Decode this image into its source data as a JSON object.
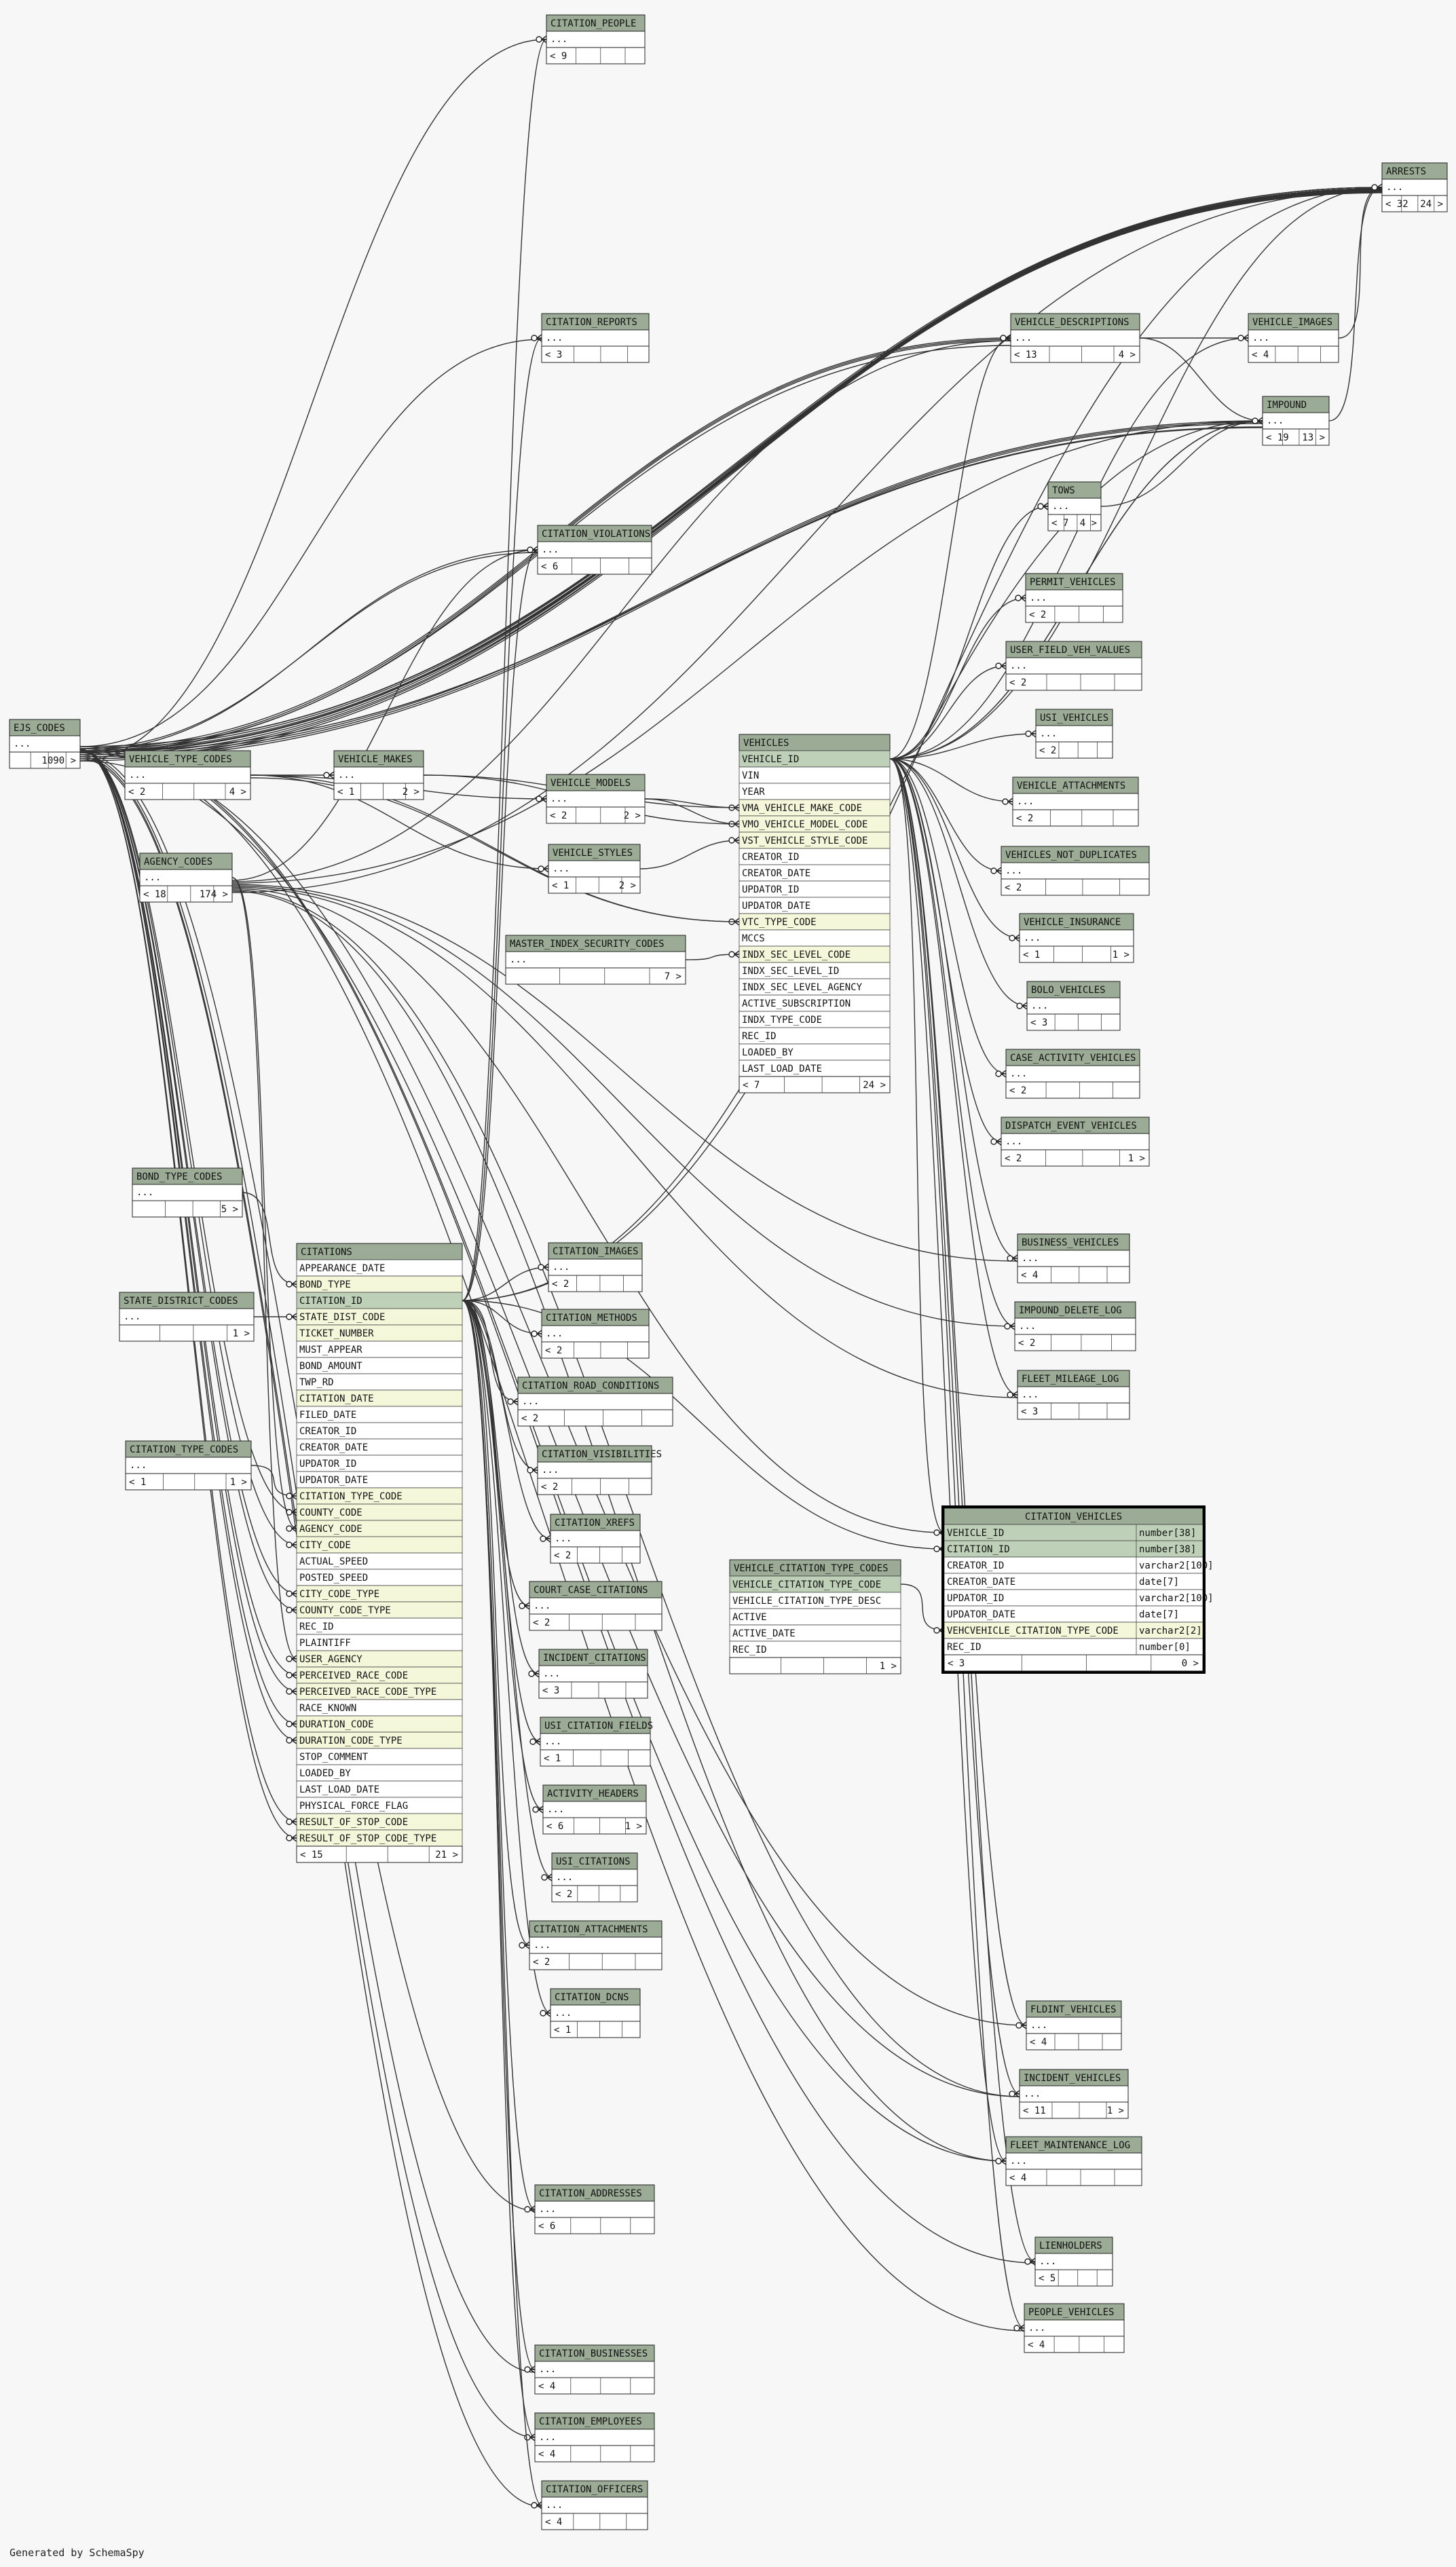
{
  "footer": "Generated by SchemaSpy",
  "colors": {
    "background": "#f7f7f7",
    "header": "#9bab96",
    "key_col": "#bed1b8",
    "fk_col": "#f4f7da",
    "row": "#ffffff",
    "line": "#333333"
  },
  "tables": [
    {
      "id": "citation_people",
      "name": "CITATION_PEOPLE",
      "compact": true,
      "ref": "9",
      "rows": ""
    },
    {
      "id": "arrests",
      "name": "ARRESTS",
      "compact": true,
      "ref": "32",
      "rows": "24"
    },
    {
      "id": "citation_reports",
      "name": "CITATION_REPORTS",
      "compact": true,
      "ref": "3",
      "rows": ""
    },
    {
      "id": "vehicle_descriptions",
      "name": "VEHICLE_DESCRIPTIONS",
      "compact": true,
      "ref": "13",
      "rows": "4"
    },
    {
      "id": "vehicle_images",
      "name": "VEHICLE_IMAGES",
      "compact": true,
      "ref": "4",
      "rows": ""
    },
    {
      "id": "impound",
      "name": "IMPOUND",
      "compact": true,
      "ref": "19",
      "rows": "13"
    },
    {
      "id": "tows",
      "name": "TOWS",
      "compact": true,
      "ref": "7",
      "rows": "4"
    },
    {
      "id": "citation_violations",
      "name": "CITATION_VIOLATIONS",
      "compact": true,
      "ref": "6",
      "rows": ""
    },
    {
      "id": "permit_vehicles",
      "name": "PERMIT_VEHICLES",
      "compact": true,
      "ref": "2",
      "rows": ""
    },
    {
      "id": "user_field_veh_values",
      "name": "USER_FIELD_VEH_VALUES",
      "compact": true,
      "ref": "2",
      "rows": ""
    },
    {
      "id": "usi_vehicles",
      "name": "USI_VEHICLES",
      "compact": true,
      "ref": "2",
      "rows": ""
    },
    {
      "id": "ejs_codes",
      "name": "EJS_CODES",
      "compact": true,
      "ref": "",
      "rows": "1090"
    },
    {
      "id": "vehicle_type_codes",
      "name": "VEHICLE_TYPE_CODES",
      "compact": true,
      "ref": "2",
      "rows": "4"
    },
    {
      "id": "vehicle_makes",
      "name": "VEHICLE_MAKES",
      "compact": true,
      "ref": "1",
      "rows": "2"
    },
    {
      "id": "vehicle_models",
      "name": "VEHICLE_MODELS",
      "compact": true,
      "ref": "2",
      "rows": "2"
    },
    {
      "id": "vehicle_attachments",
      "name": "VEHICLE_ATTACHMENTS",
      "compact": true,
      "ref": "2",
      "rows": ""
    },
    {
      "id": "agency_codes",
      "name": "AGENCY_CODES",
      "compact": true,
      "ref": "18",
      "rows": "174"
    },
    {
      "id": "vehicle_styles",
      "name": "VEHICLE_STYLES",
      "compact": true,
      "ref": "1",
      "rows": "2"
    },
    {
      "id": "vehicles_not_duplicates",
      "name": "VEHICLES_NOT_DUPLICATES",
      "compact": true,
      "ref": "2",
      "rows": ""
    },
    {
      "id": "vehicle_insurance",
      "name": "VEHICLE_INSURANCE",
      "compact": true,
      "ref": "1",
      "rows": "1"
    },
    {
      "id": "master_index_security_codes",
      "name": "MASTER_INDEX_SECURITY_CODES",
      "compact": true,
      "ref": "",
      "rows": "7"
    },
    {
      "id": "bolo_vehicles",
      "name": "BOLO_VEHICLES",
      "compact": true,
      "ref": "3",
      "rows": ""
    },
    {
      "id": "case_activity_vehicles",
      "name": "CASE_ACTIVITY_VEHICLES",
      "compact": true,
      "ref": "2",
      "rows": ""
    },
    {
      "id": "dispatch_event_vehicles",
      "name": "DISPATCH_EVENT_VEHICLES",
      "compact": true,
      "ref": "2",
      "rows": "1"
    },
    {
      "id": "bond_type_codes",
      "name": "BOND_TYPE_CODES",
      "compact": true,
      "ref": "",
      "rows": "5"
    },
    {
      "id": "business_vehicles",
      "name": "BUSINESS_VEHICLES",
      "compact": true,
      "ref": "4",
      "rows": ""
    },
    {
      "id": "citation_images",
      "name": "CITATION_IMAGES",
      "compact": true,
      "ref": "2",
      "rows": ""
    },
    {
      "id": "state_district_codes",
      "name": "STATE_DISTRICT_CODES",
      "compact": true,
      "ref": "",
      "rows": "1"
    },
    {
      "id": "impound_delete_log",
      "name": "IMPOUND_DELETE_LOG",
      "compact": true,
      "ref": "2",
      "rows": ""
    },
    {
      "id": "citation_methods",
      "name": "CITATION_METHODS",
      "compact": true,
      "ref": "2",
      "rows": ""
    },
    {
      "id": "fleet_mileage_log",
      "name": "FLEET_MILEAGE_LOG",
      "compact": true,
      "ref": "3",
      "rows": ""
    },
    {
      "id": "citation_road_conditions",
      "name": "CITATION_ROAD_CONDITIONS",
      "compact": true,
      "ref": "2",
      "rows": ""
    },
    {
      "id": "citation_type_codes",
      "name": "CITATION_TYPE_CODES",
      "compact": true,
      "ref": "1",
      "rows": "1"
    },
    {
      "id": "citation_visibilities",
      "name": "CITATION_VISIBILITIES",
      "compact": true,
      "ref": "2",
      "rows": ""
    },
    {
      "id": "citation_xrefs",
      "name": "CITATION_XREFS",
      "compact": true,
      "ref": "2",
      "rows": ""
    },
    {
      "id": "court_case_citations",
      "name": "COURT_CASE_CITATIONS",
      "compact": true,
      "ref": "2",
      "rows": ""
    },
    {
      "id": "incident_citations",
      "name": "INCIDENT_CITATIONS",
      "compact": true,
      "ref": "3",
      "rows": ""
    },
    {
      "id": "usi_citation_fields",
      "name": "USI_CITATION_FIELDS",
      "compact": true,
      "ref": "1",
      "rows": ""
    },
    {
      "id": "activity_headers",
      "name": "ACTIVITY_HEADERS",
      "compact": true,
      "ref": "6",
      "rows": "1"
    },
    {
      "id": "usi_citations",
      "name": "USI_CITATIONS",
      "compact": true,
      "ref": "2",
      "rows": ""
    },
    {
      "id": "citation_attachments",
      "name": "CITATION_ATTACHMENTS",
      "compact": true,
      "ref": "2",
      "rows": ""
    },
    {
      "id": "citation_dcns",
      "name": "CITATION_DCNS",
      "compact": true,
      "ref": "1",
      "rows": ""
    },
    {
      "id": "fldint_vehicles",
      "name": "FLDINT_VEHICLES",
      "compact": true,
      "ref": "4",
      "rows": ""
    },
    {
      "id": "incident_vehicles",
      "name": "INCIDENT_VEHICLES",
      "compact": true,
      "ref": "11",
      "rows": "1"
    },
    {
      "id": "fleet_maintenance_log",
      "name": "FLEET_MAINTENANCE_LOG",
      "compact": true,
      "ref": "4",
      "rows": ""
    },
    {
      "id": "citation_addresses",
      "name": "CITATION_ADDRESSES",
      "compact": true,
      "ref": "6",
      "rows": ""
    },
    {
      "id": "lienholders",
      "name": "LIENHOLDERS",
      "compact": true,
      "ref": "5",
      "rows": ""
    },
    {
      "id": "people_vehicles",
      "name": "PEOPLE_VEHICLES",
      "compact": true,
      "ref": "4",
      "rows": ""
    },
    {
      "id": "citation_businesses",
      "name": "CITATION_BUSINESSES",
      "compact": true,
      "ref": "4",
      "rows": ""
    },
    {
      "id": "citation_employees",
      "name": "CITATION_EMPLOYEES",
      "compact": true,
      "ref": "4",
      "rows": ""
    },
    {
      "id": "citation_officers",
      "name": "CITATION_OFFICERS",
      "compact": true,
      "ref": "4",
      "rows": ""
    },
    {
      "id": "vehicles",
      "name": "VEHICLES",
      "compact": false,
      "ref": "7",
      "rows": "24",
      "columns": [
        {
          "name": "VEHICLE_ID",
          "kind": "key"
        },
        {
          "name": "VIN",
          "kind": "plain"
        },
        {
          "name": "YEAR",
          "kind": "plain"
        },
        {
          "name": "VMA_VEHICLE_MAKE_CODE",
          "kind": "fk"
        },
        {
          "name": "VMO_VEHICLE_MODEL_CODE",
          "kind": "fk"
        },
        {
          "name": "VST_VEHICLE_STYLE_CODE",
          "kind": "fk"
        },
        {
          "name": "CREATOR_ID",
          "kind": "plain"
        },
        {
          "name": "CREATOR_DATE",
          "kind": "plain"
        },
        {
          "name": "UPDATOR_ID",
          "kind": "plain"
        },
        {
          "name": "UPDATOR_DATE",
          "kind": "plain"
        },
        {
          "name": "VTC_TYPE_CODE",
          "kind": "fk"
        },
        {
          "name": "MCCS",
          "kind": "plain"
        },
        {
          "name": "INDX_SEC_LEVEL_CODE",
          "kind": "fk"
        },
        {
          "name": "INDX_SEC_LEVEL_ID",
          "kind": "plain"
        },
        {
          "name": "INDX_SEC_LEVEL_AGENCY",
          "kind": "plain"
        },
        {
          "name": "ACTIVE_SUBSCRIPTION",
          "kind": "plain"
        },
        {
          "name": "INDX_TYPE_CODE",
          "kind": "plain"
        },
        {
          "name": "REC_ID",
          "kind": "plain"
        },
        {
          "name": "LOADED_BY",
          "kind": "plain"
        },
        {
          "name": "LAST_LOAD_DATE",
          "kind": "plain"
        }
      ]
    },
    {
      "id": "citations",
      "name": "CITATIONS",
      "compact": false,
      "ref": "15",
      "rows": "21",
      "columns": [
        {
          "name": "APPEARANCE_DATE",
          "kind": "plain"
        },
        {
          "name": "BOND_TYPE",
          "kind": "fk"
        },
        {
          "name": "CITATION_ID",
          "kind": "key"
        },
        {
          "name": "STATE_DIST_CODE",
          "kind": "fk"
        },
        {
          "name": "TICKET_NUMBER",
          "kind": "fk"
        },
        {
          "name": "MUST_APPEAR",
          "kind": "plain"
        },
        {
          "name": "BOND_AMOUNT",
          "kind": "plain"
        },
        {
          "name": "TWP_RD",
          "kind": "plain"
        },
        {
          "name": "CITATION_DATE",
          "kind": "fk"
        },
        {
          "name": "FILED_DATE",
          "kind": "plain"
        },
        {
          "name": "CREATOR_ID",
          "kind": "plain"
        },
        {
          "name": "CREATOR_DATE",
          "kind": "plain"
        },
        {
          "name": "UPDATOR_ID",
          "kind": "plain"
        },
        {
          "name": "UPDATOR_DATE",
          "kind": "plain"
        },
        {
          "name": "CITATION_TYPE_CODE",
          "kind": "fk"
        },
        {
          "name": "COUNTY_CODE",
          "kind": "fk"
        },
        {
          "name": "AGENCY_CODE",
          "kind": "fk"
        },
        {
          "name": "CITY_CODE",
          "kind": "fk"
        },
        {
          "name": "ACTUAL_SPEED",
          "kind": "plain"
        },
        {
          "name": "POSTED_SPEED",
          "kind": "plain"
        },
        {
          "name": "CITY_CODE_TYPE",
          "kind": "fk"
        },
        {
          "name": "COUNTY_CODE_TYPE",
          "kind": "fk"
        },
        {
          "name": "REC_ID",
          "kind": "plain"
        },
        {
          "name": "PLAINTIFF",
          "kind": "plain"
        },
        {
          "name": "USER_AGENCY",
          "kind": "fk"
        },
        {
          "name": "PERCEIVED_RACE_CODE",
          "kind": "fk"
        },
        {
          "name": "PERCEIVED_RACE_CODE_TYPE",
          "kind": "fk"
        },
        {
          "name": "RACE_KNOWN",
          "kind": "plain"
        },
        {
          "name": "DURATION_CODE",
          "kind": "fk"
        },
        {
          "name": "DURATION_CODE_TYPE",
          "kind": "fk"
        },
        {
          "name": "STOP_COMMENT",
          "kind": "plain"
        },
        {
          "name": "LOADED_BY",
          "kind": "plain"
        },
        {
          "name": "LAST_LOAD_DATE",
          "kind": "plain"
        },
        {
          "name": "PHYSICAL_FORCE_FLAG",
          "kind": "plain"
        },
        {
          "name": "RESULT_OF_STOP_CODE",
          "kind": "fk"
        },
        {
          "name": "RESULT_OF_STOP_CODE_TYPE",
          "kind": "fk"
        }
      ]
    },
    {
      "id": "vehicle_citation_type_codes",
      "name": "VEHICLE_CITATION_TYPE_CODES",
      "compact": false,
      "ref": "",
      "rows": "1",
      "columns": [
        {
          "name": "VEHICLE_CITATION_TYPE_CODE",
          "kind": "key"
        },
        {
          "name": "VEHICLE_CITATION_TYPE_DESC",
          "kind": "plain"
        },
        {
          "name": "ACTIVE",
          "kind": "plain"
        },
        {
          "name": "ACTIVE_DATE",
          "kind": "plain"
        },
        {
          "name": "REC_ID",
          "kind": "plain"
        }
      ]
    },
    {
      "id": "citation_vehicles",
      "name": "CITATION_VEHICLES",
      "compact": false,
      "focus": true,
      "ref": "3",
      "rows": "0",
      "columns": [
        {
          "name": "VEHICLE_ID",
          "kind": "key",
          "type": "number[38]"
        },
        {
          "name": "CITATION_ID",
          "kind": "key",
          "type": "number[38]"
        },
        {
          "name": "CREATOR_ID",
          "kind": "plain",
          "type": "varchar2[100]"
        },
        {
          "name": "CREATOR_DATE",
          "kind": "plain",
          "type": "date[7]"
        },
        {
          "name": "UPDATOR_ID",
          "kind": "plain",
          "type": "varchar2[100]"
        },
        {
          "name": "UPDATOR_DATE",
          "kind": "plain",
          "type": "date[7]"
        },
        {
          "name": "VEHCVEHICLE_CITATION_TYPE_CODE",
          "kind": "fk",
          "type": "varchar2[2]"
        },
        {
          "name": "REC_ID",
          "kind": "plain",
          "type": "number[0]"
        }
      ]
    }
  ]
}
